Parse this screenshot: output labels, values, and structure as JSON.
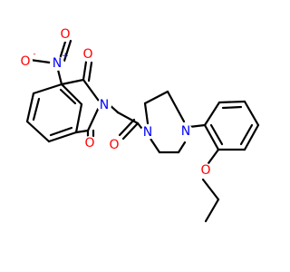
{
  "molecule": {
    "atoms": {
      "nitro_O_minus": {
        "symbol": "O",
        "charge": "-"
      },
      "nitro_N": {
        "symbol": "N",
        "charge": "+"
      },
      "nitro_O": {
        "symbol": "O"
      },
      "imide_O_top": {
        "symbol": "O"
      },
      "imide_N": {
        "symbol": "N"
      },
      "imide_O_bottom": {
        "symbol": "O"
      },
      "amide_O": {
        "symbol": "O"
      },
      "piperazine_N1": {
        "symbol": "N"
      },
      "piperazine_N4": {
        "symbol": "N"
      },
      "ether_O": {
        "symbol": "O"
      }
    }
  },
  "colors": {
    "bond": "#000000",
    "oxygen": "#ff0000",
    "nitrogen": "#0000ff"
  }
}
